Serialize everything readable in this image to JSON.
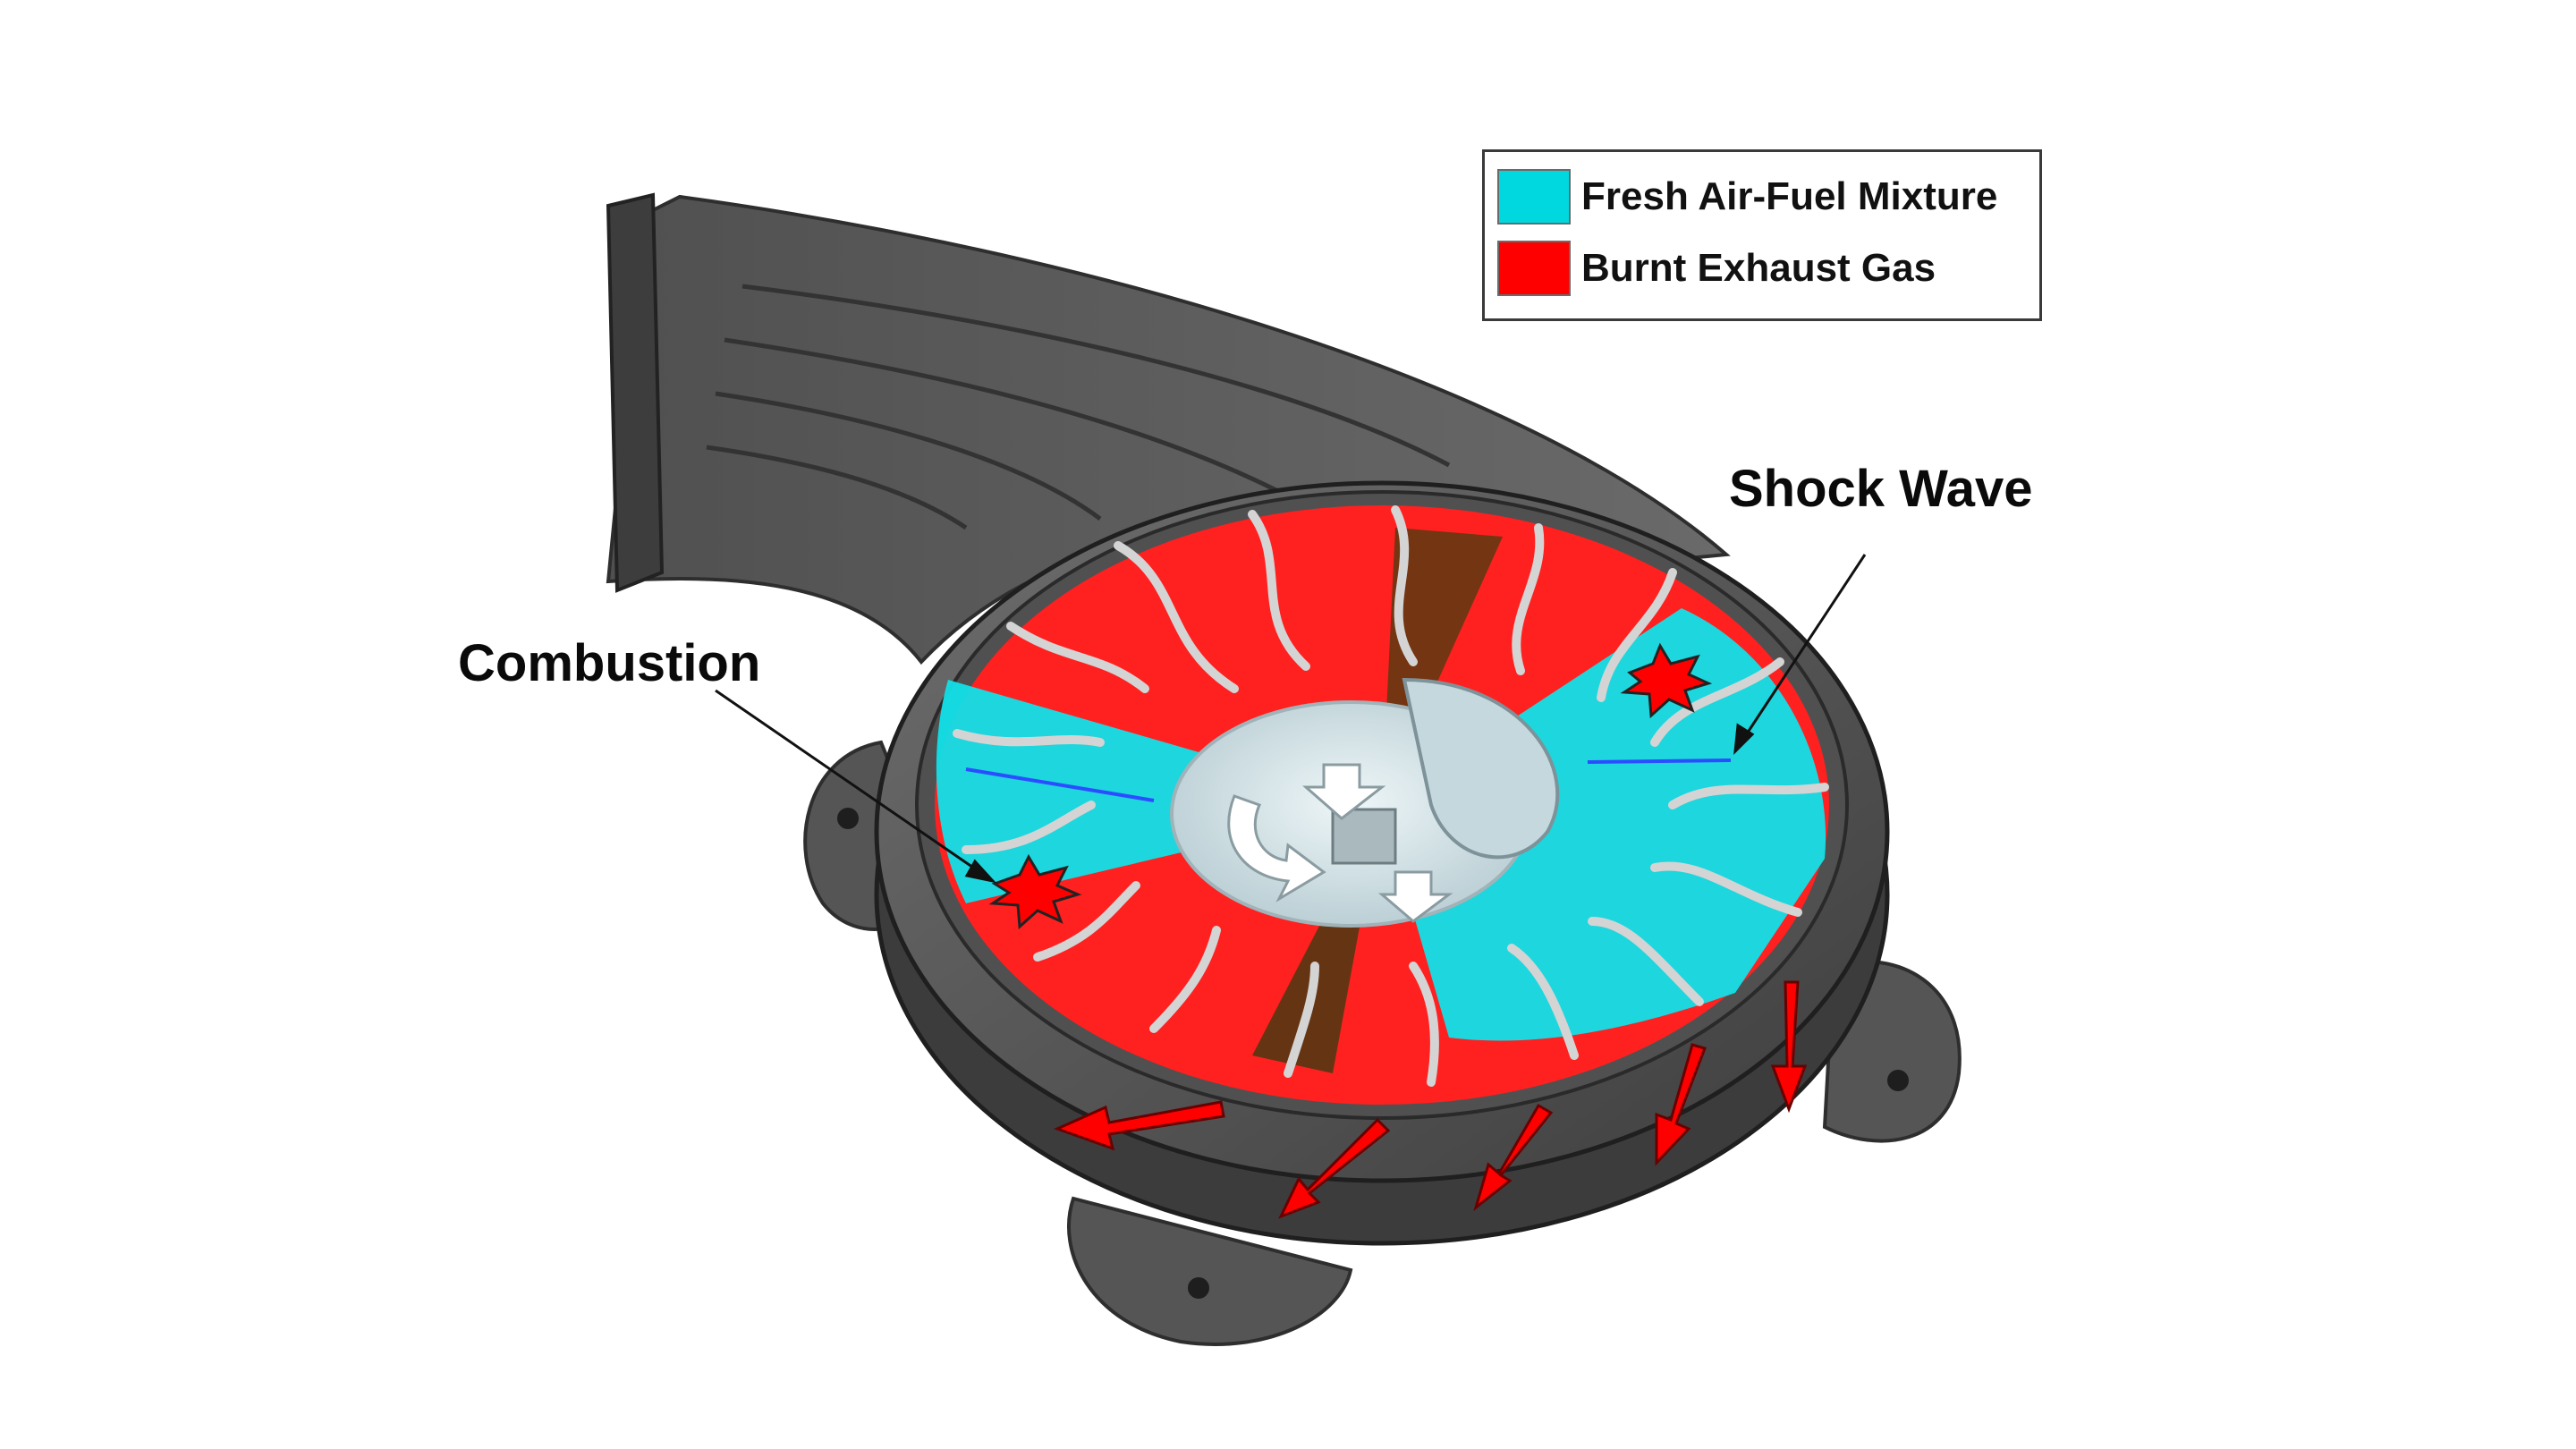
{
  "legend": {
    "items": [
      {
        "label": "Fresh Air-Fuel Mixture",
        "color": "#00d8e0"
      },
      {
        "label": "Burnt Exhaust Gas",
        "color": "#ff0000"
      }
    ]
  },
  "callouts": {
    "combustion": "Combustion",
    "shock_wave": "Shock Wave"
  },
  "colors": {
    "housing": "#4a4a4a",
    "housing_light": "#6b6b6b",
    "fresh": "#00d8e0",
    "burnt": "#ff0000",
    "blade": "#d8d8d8",
    "hub": "#cfe2e8",
    "arrow": "#ff0000"
  }
}
